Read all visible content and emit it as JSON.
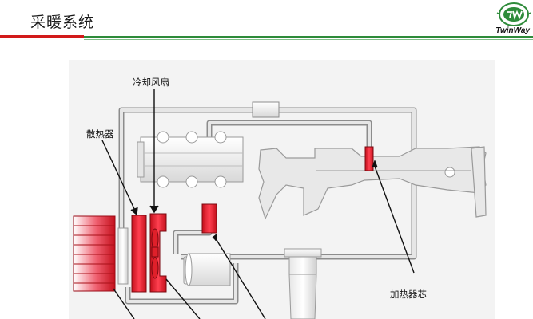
{
  "slide": {
    "title": "采暖系统",
    "brand": "TwinWay"
  },
  "diagram": {
    "labels": {
      "fan": "冷却风扇",
      "radiator": "散热器",
      "heater_core": "加热器芯"
    },
    "colors": {
      "coolant_red": "#e0202a",
      "pipe": "#d6d6d6",
      "pipe_outline": "#8c8c8c",
      "engine": "#f0f0f0"
    }
  }
}
